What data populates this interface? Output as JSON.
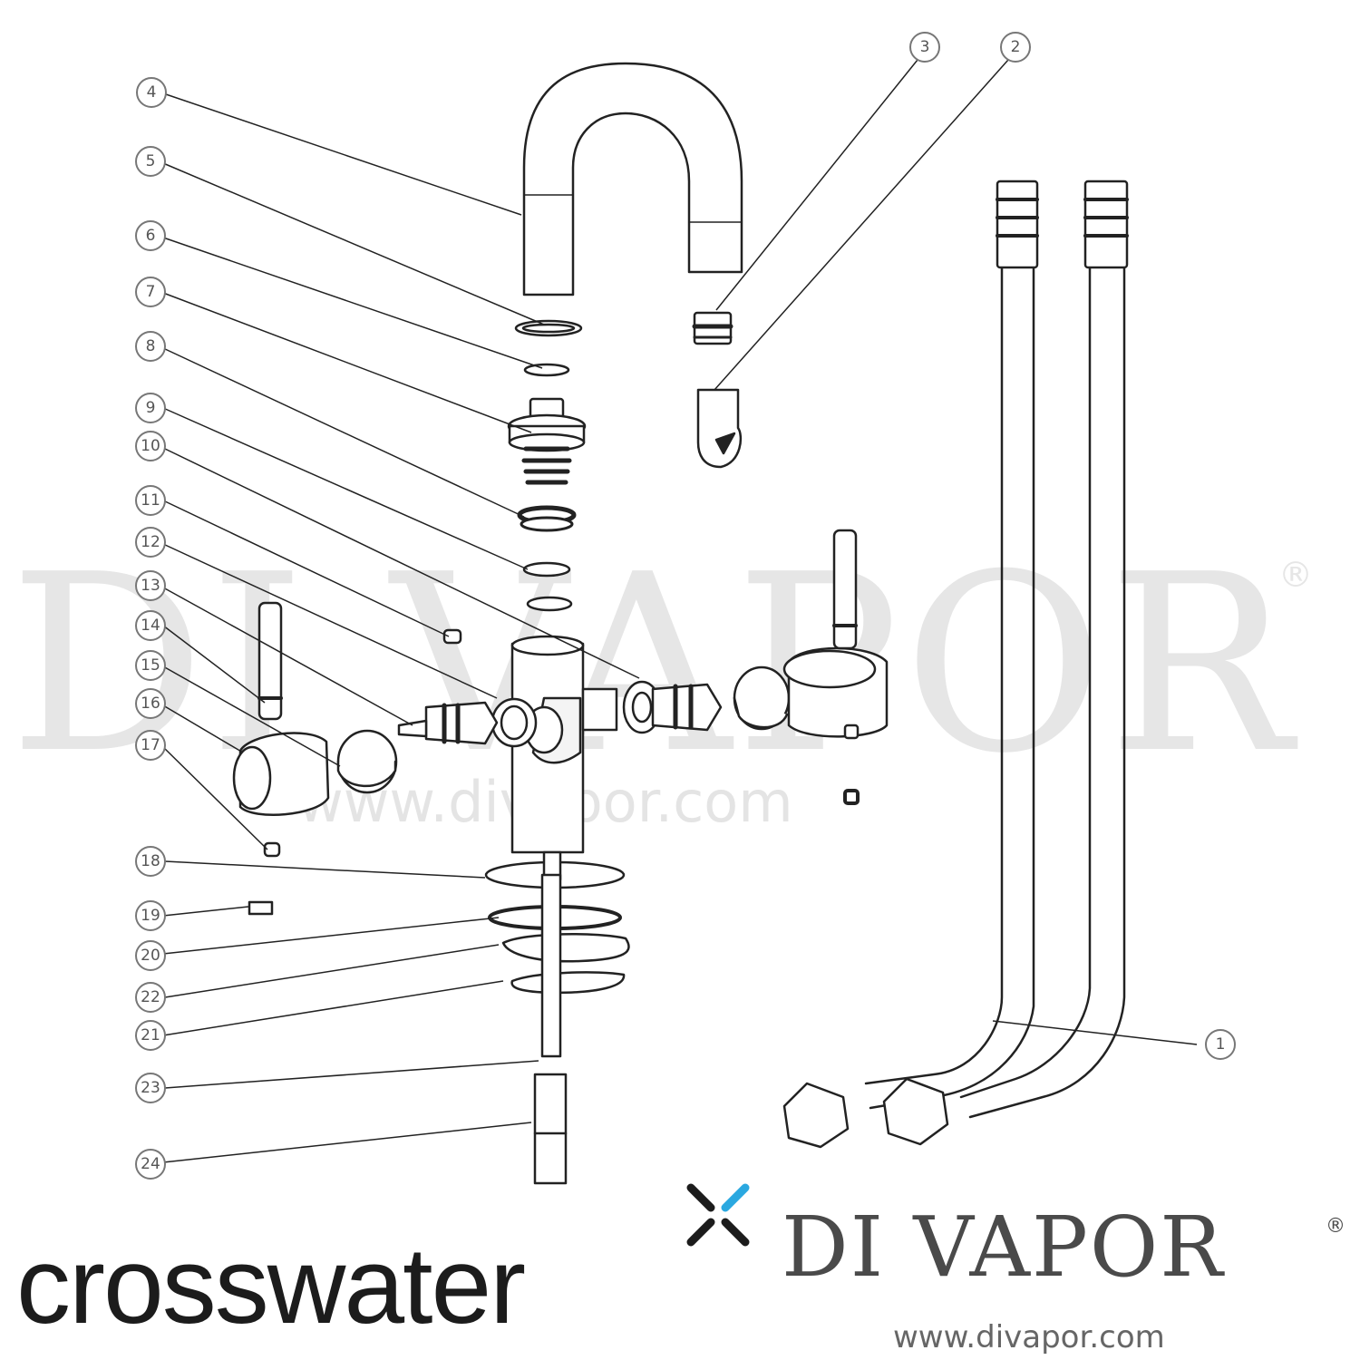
{
  "watermark": {
    "text": "DI VAPOR",
    "registered": "®",
    "url": "www.divapor.com"
  },
  "callouts": [
    "1",
    "2",
    "3",
    "4",
    "5",
    "6",
    "7",
    "8",
    "9",
    "10",
    "11",
    "12",
    "13",
    "14",
    "15",
    "16",
    "17",
    "18",
    "19",
    "20",
    "21",
    "22",
    "23",
    "24"
  ],
  "brands": {
    "crosswater": "crosswater",
    "divapor": "DI VAPOR",
    "divapor_registered": "®",
    "divapor_url": "www.divapor.com"
  },
  "colors": {
    "line": "#222222",
    "fill": "#ffffff",
    "callout_circle": "#666666",
    "watermark": "#e6e6e6",
    "crosswater_text": "#1c1c1c",
    "crosswater_accent": "#2aa8e0",
    "divapor_text": "#4a4a4a"
  }
}
